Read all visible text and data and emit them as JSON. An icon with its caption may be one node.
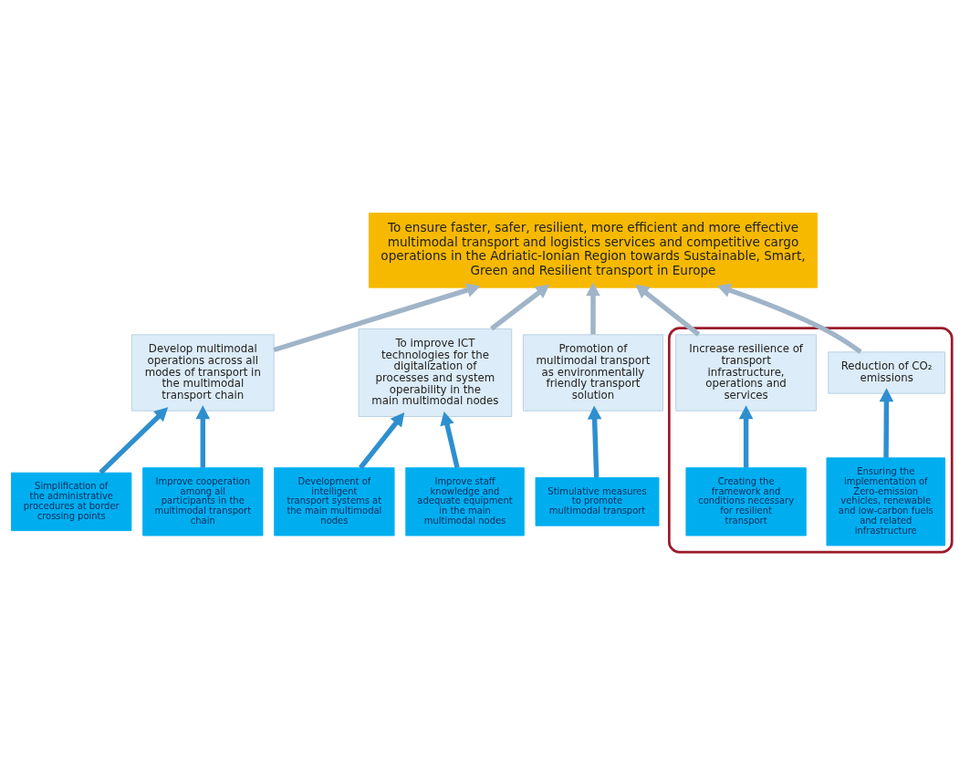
{
  "diagram": {
    "nodes": [
      {
        "text": [
          "To ensure faster, safer, resilient, more efficient and more effective multimodal transport and logistics services and competitive cargo operations in the Adriatic-Ionian Region towards Sustainable, Smart, Green and Resilient transport in Europe"
        ]
      },
      {
        "text": [
          "Develop multimodal operations across all modes of transport in the multimodal transport chain"
        ]
      },
      {
        "text": [
          "To improve ICT technologies for the digitalization of processes and system operability in the main multimodal nodes"
        ]
      },
      {
        "text": [
          "Promotion of multimodal transport as environmentally friendly transport solution"
        ]
      },
      {
        "text": [],
        "shape": "box"
      },
      {
        "text": [
          "Reduction of CO₂ emissions"
        ],
        "in": 4
      },
      {
        "text": [
          "Increase resilience of transport infrastructure, operations and services"
        ],
        "in": 4
      },
      {
        "text": [
          "Simplification of the administrative procedures at border crossing points"
        ]
      },
      {
        "text": [
          "Improve cooperation among all participants in the multimodal transport chain"
        ]
      },
      {
        "text": [
          "Development of intelligent transport systems at the main multimodal nodes"
        ]
      },
      {
        "text": [
          "Improve staff knowledge and adequate equipment in the main multimodal nodes"
        ]
      },
      {
        "text": [
          "Stimulative measures to promote multimodal transport"
        ]
      },
      {
        "text": [
          "Ensuring the implementation of Zero-emission vehicles, renewable and low-carbon fuels and related infrastructure"
        ],
        "in": 4
      },
      {
        "text": [
          "Creating the framework and conditions necessary for resilient transport"
        ],
        "in": 4
      }
    ],
    "edges": [
      {
        "from": 1,
        "to": 0,
        "arrow": "to",
        "color": "#a0b4c8"
      },
      {
        "from": 2,
        "to": 0,
        "arrow": "to",
        "color": "#a0b4c8"
      },
      {
        "from": 3,
        "to": 0,
        "arrow": "to",
        "color": "#a0b4c8"
      },
      {
        "from": 5,
        "to": 0,
        "arrow": "to",
        "color": "#a0b4c8"
      },
      {
        "from": 6,
        "to": 0,
        "arrow": "to",
        "color": "#a0b4c8"
      },
      {
        "from": 7,
        "to": 1,
        "arrow": "to"
      },
      {
        "from": 8,
        "to": 1,
        "arrow": "to"
      },
      {
        "from": 9,
        "to": 2,
        "arrow": "to"
      },
      {
        "from": 10,
        "to": 2,
        "arrow": "to"
      },
      {
        "from": 11,
        "to": 3,
        "arrow": "to"
      },
      {
        "from": 12,
        "to": 5,
        "arrow": "to"
      },
      {
        "from": 13,
        "to": 6,
        "arrow": "to"
      }
    ]
  }
}
